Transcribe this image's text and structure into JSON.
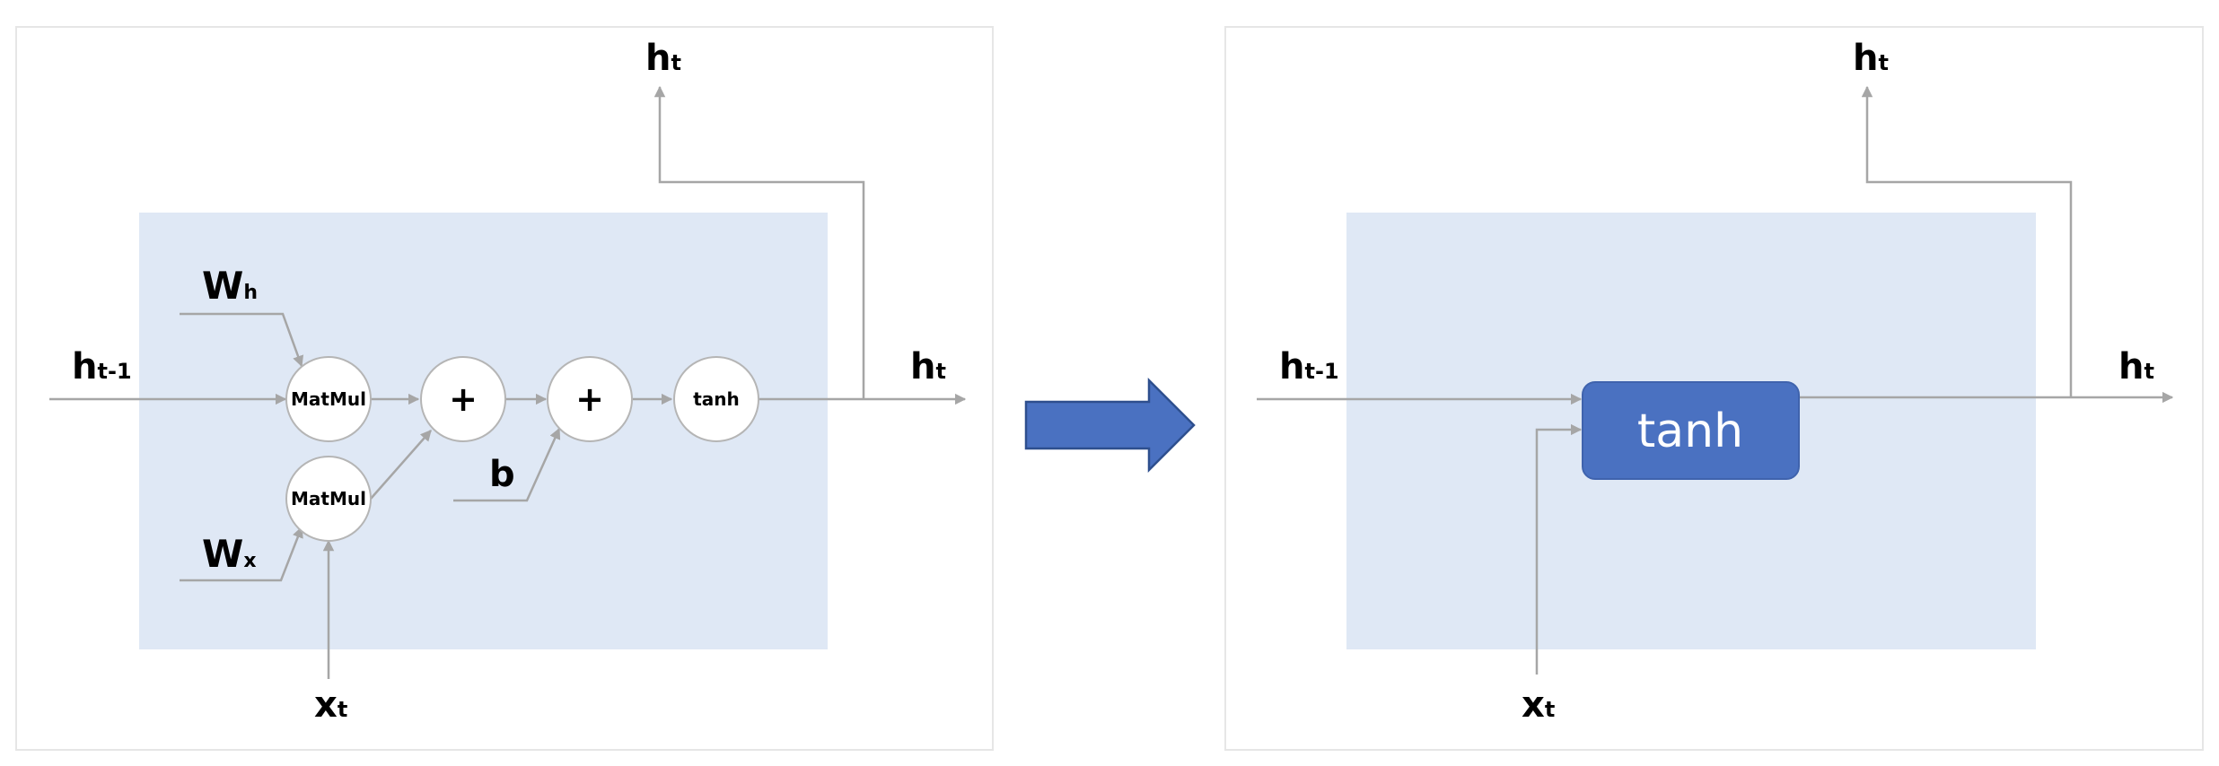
{
  "colors": {
    "region": "#dfe8f5",
    "wire": "#a6a6a6",
    "arrow_fill": "#4a71c1",
    "tanh_box": "#4a71c1"
  },
  "left": {
    "h_prev": {
      "main": "h",
      "sub": "t-1"
    },
    "w_h": {
      "main": "W",
      "sub": "h"
    },
    "w_x": {
      "main": "W",
      "sub": "x"
    },
    "b": "b",
    "x_t": {
      "main": "x",
      "sub": "t"
    },
    "h_out_right": {
      "main": "h",
      "sub": "t"
    },
    "h_out_top": {
      "main": "h",
      "sub": "t"
    },
    "matmul_top": "MatMul",
    "matmul_bottom": "MatMul",
    "add_1": "+",
    "add_2": "+",
    "tanh": "tanh"
  },
  "right": {
    "h_prev": {
      "main": "h",
      "sub": "t-1"
    },
    "x_t": {
      "main": "x",
      "sub": "t"
    },
    "h_out_right": {
      "main": "h",
      "sub": "t"
    },
    "h_out_top": {
      "main": "h",
      "sub": "t"
    },
    "tanh_box": "tanh"
  }
}
